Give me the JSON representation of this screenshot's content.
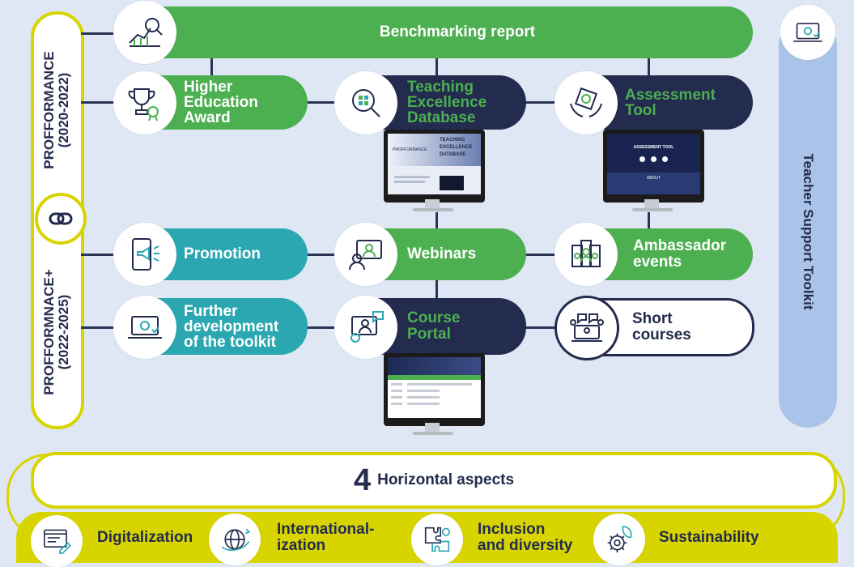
{
  "phases": {
    "phase1_name": "PROFFORMANCE",
    "phase1_years": "(2020-2022)",
    "phase2_name": "PROFFORMNACE+",
    "phase2_years": "(2022-2025)"
  },
  "nodes": {
    "benchmarking": "Benchmarking report",
    "award": "Higher Education Award",
    "award_l1": "Higher",
    "award_l2": "Education",
    "award_l3": "Award",
    "ted_l1": "Teaching",
    "ted_l2": "Excellence",
    "ted_l3": "Database",
    "assess_l1": "Assessment",
    "assess_l2": "Tool",
    "promotion": "Promotion",
    "webinars": "Webinars",
    "amb_l1": "Ambassador",
    "amb_l2": "events",
    "further_l1": "Further",
    "further_l2": "development",
    "further_l3": "of the toolkit",
    "portal_l1": "Course",
    "portal_l2": "Portal",
    "short_l1": "Short",
    "short_l2": "courses"
  },
  "toolkit": "Teacher Support Toolkit",
  "screens": {
    "ted_s1": "TEACHING",
    "ted_s2": "EXCELLENCE",
    "ted_s3": "DATABASE",
    "assess_title": "ASSESSMENT TOOL",
    "assess_about": "ABOUT"
  },
  "horizontal": {
    "number": "4",
    "title": "Horizontal aspects",
    "items": {
      "digital": "Digitalization",
      "intl_l1": "International-",
      "intl_l2": "ization",
      "incl_l1": "Inclusion",
      "incl_l2": "and diversity",
      "sust": "Sustainability"
    }
  },
  "colors": {
    "background": "#dfe7f4",
    "green": "#4caf50",
    "navy": "#232b4e",
    "teal": "#2aa7b0",
    "yellow": "#d8d400",
    "toolkit": "#a9c4e8"
  }
}
